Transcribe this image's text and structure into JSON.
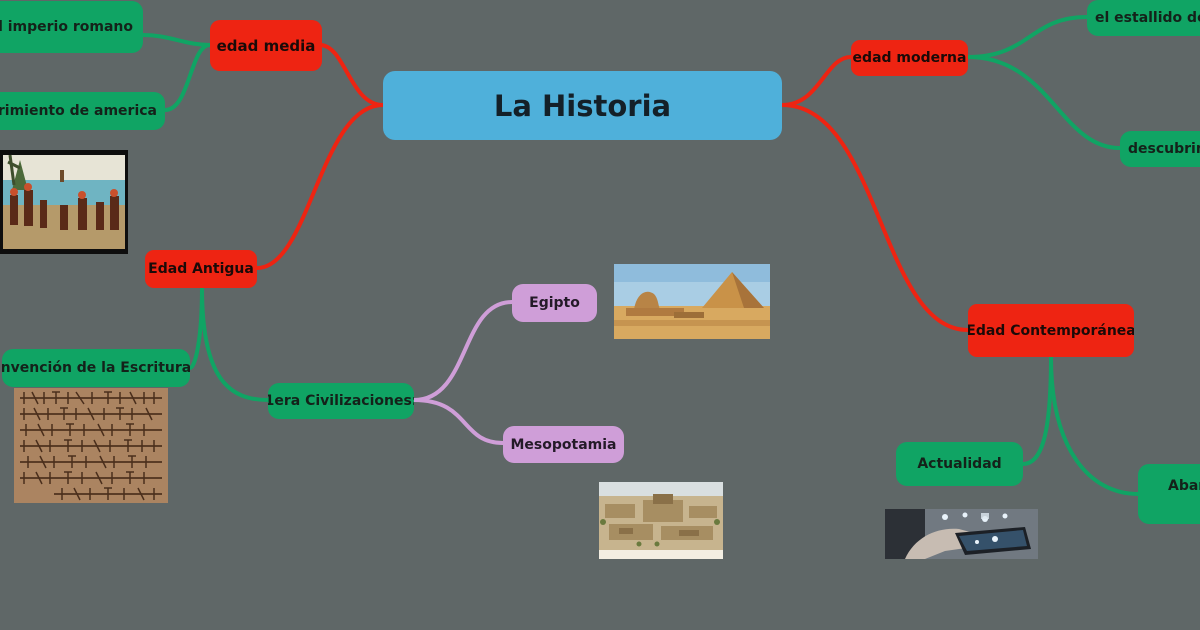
{
  "title": "La Historia",
  "branches": {
    "edad_media": "edad media",
    "edad_moderna": "edad moderna",
    "edad_antigua": "Edad Antigua",
    "edad_contemporanea": "Edad Contemporánea"
  },
  "leaves": {
    "imperio_romano": "del imperio romano",
    "descubrimiento_america": "ubrimiento de america",
    "estallido": "el estallido de la",
    "descubrimientos": "descubrim",
    "escritura": "Invención de la Escritura.",
    "civilizaciones": "1era Civilizaciones:",
    "egipto": "Egipto",
    "mesopotamia": "Mesopotamia",
    "actualidad": "Actualidad",
    "abar": "Abar"
  },
  "images": {
    "colonial": "colonial-encounter-painting",
    "pyramids": "egypt-pyramids-photo",
    "inscription": "greek-inscription-stone",
    "mesopotamia": "mesopotamian-city-illustration",
    "technology": "technology-hand-photo"
  },
  "colors": {
    "background": "#5f6767",
    "central": "#4fb0da",
    "red": "#ee2412",
    "green": "#10a464",
    "purple": "#cf9ed8"
  }
}
